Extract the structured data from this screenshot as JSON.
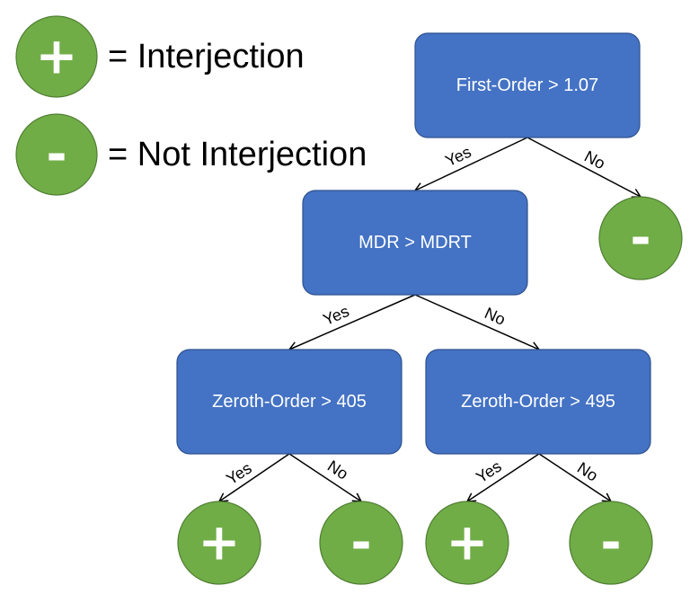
{
  "legend": [
    {
      "symbol": "+",
      "text": "= Interjection"
    },
    {
      "symbol": "-",
      "text": "= Not Interjection"
    }
  ],
  "nodes": {
    "root": "First-Order > 1.07",
    "mdr": "MDR > MDRT",
    "z405": "Zeroth-Order > 405",
    "z495": "Zeroth-Order > 495"
  },
  "leaves": {
    "root_no": "-",
    "z405_yes": "+",
    "z405_no": "-",
    "z495_yes": "+",
    "z495_no": "-"
  },
  "edge_labels": {
    "yes": "Yes",
    "no": "No"
  },
  "colors": {
    "node_fill": "#4472C4",
    "node_border": "#2F528F",
    "leaf_fill": "#70AD47",
    "leaf_border": "#507E32"
  }
}
